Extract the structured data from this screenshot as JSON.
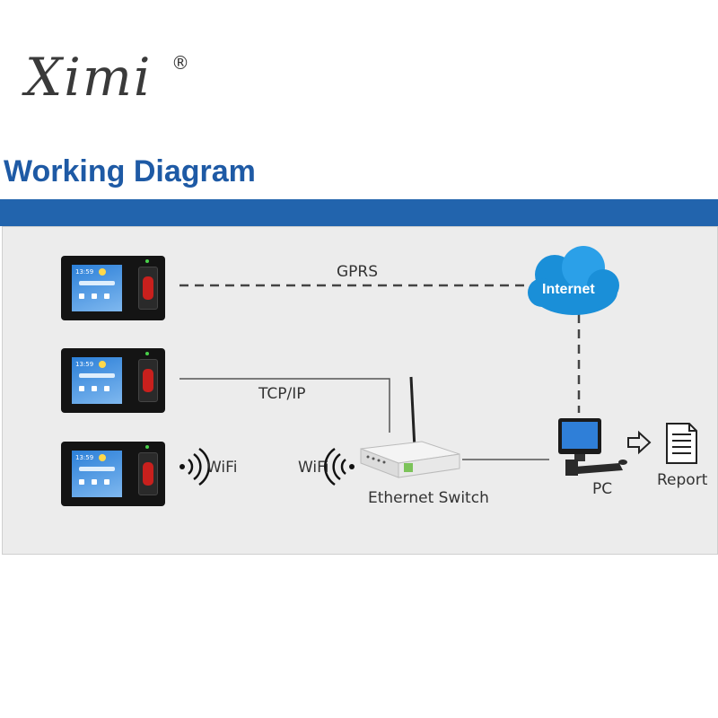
{
  "logo": {
    "text": "Ximi",
    "reg": "®"
  },
  "title": "Working Diagram",
  "devices": [
    {
      "time": "13:59"
    },
    {
      "time": "13:59"
    },
    {
      "time": "13:59"
    }
  ],
  "labels": {
    "gprs": "GPRS",
    "tcpip": "TCP/IP",
    "wifi_left": "WiFi",
    "wifi_right": "WiFi",
    "switch": "Ethernet Switch",
    "internet": "Internet",
    "pc": "PC",
    "report": "Report"
  },
  "colors": {
    "title": "#1e5aa5",
    "banner": "#2264ad",
    "cloud": "#1a8fd8",
    "fingerprint": "#c8201d"
  }
}
